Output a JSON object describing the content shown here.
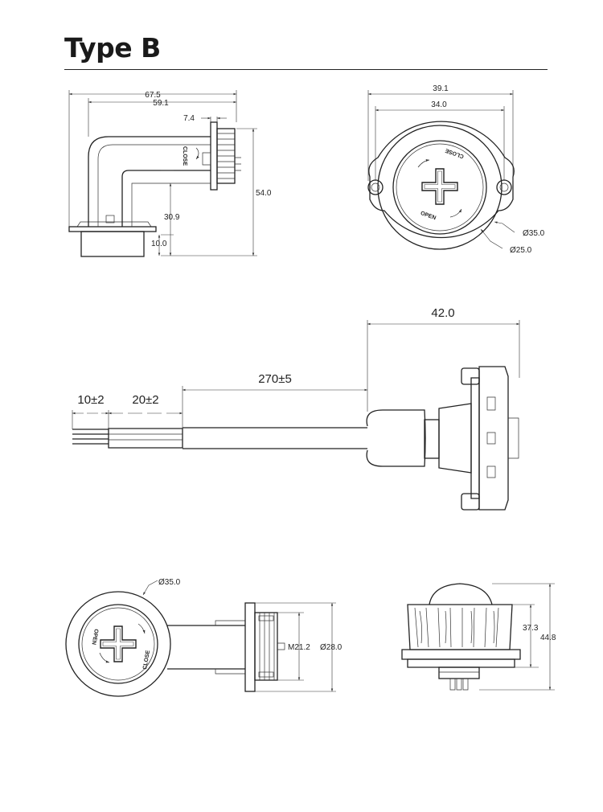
{
  "title": "Type B",
  "knob_marks": {
    "open": "OPEN",
    "close": "CLOSE"
  },
  "side_view": {
    "overall_length": "67.5",
    "elbow_length": "59.1",
    "flange_thickness": "7.4",
    "total_height": "54.0",
    "elbow_height": "30.9",
    "base_height": "10.0"
  },
  "front_view": {
    "hole_spacing": "39.1",
    "inner_spacing": "34.0",
    "outer_diameter": "Ø35.0",
    "knob_diameter": "Ø25.0"
  },
  "cable_view": {
    "strip_length": "10±2",
    "jacket_strip": "20±2",
    "cable_length": "270±5",
    "body_length": "42.0"
  },
  "bottom_view": {
    "outer_diameter": "Ø35.0",
    "thread": "M21.2",
    "flange_diameter": "Ø28.0"
  },
  "profile_view": {
    "height_short": "37.3",
    "height_total": "44.8"
  }
}
